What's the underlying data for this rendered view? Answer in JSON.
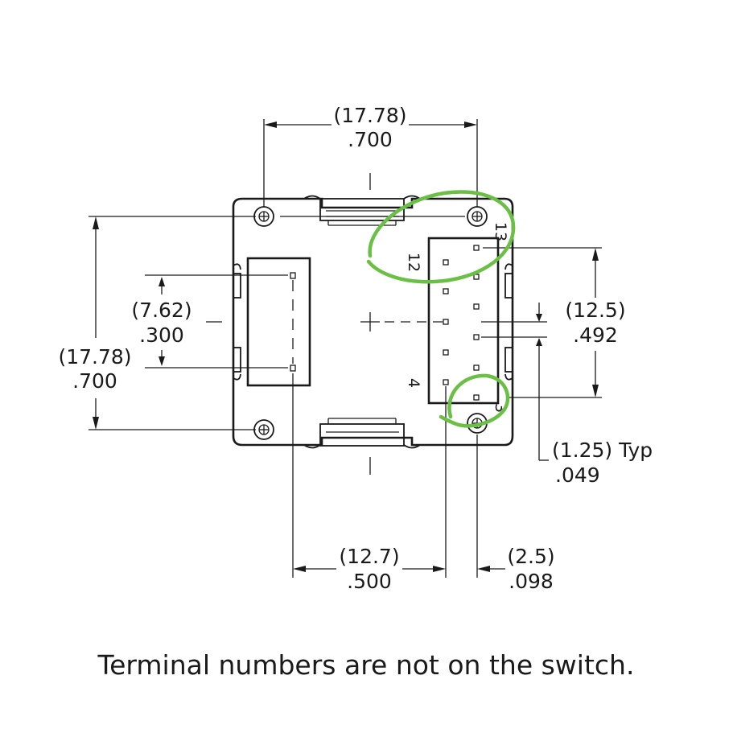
{
  "dimensions": {
    "top_width_mm": "(17.78)",
    "top_width_in": ".700",
    "left_height_mm": "(17.78)",
    "left_height_in": ".700",
    "inner_pitch_mm": "(7.62)",
    "inner_pitch_in": ".300",
    "right_span_mm": "(12.5)",
    "right_span_in": ".492",
    "pin_pitch_mm": "(1.25) Typ",
    "pin_pitch_in": ".049",
    "bottom_span_mm": "(12.7)",
    "bottom_span_in": ".500",
    "pin_offset_mm": "(2.5)",
    "pin_offset_in": ".098"
  },
  "terminals": {
    "t13": "13",
    "t12": "12",
    "t4": "4",
    "t3": "3"
  },
  "caption": "Terminal numbers are not on the switch.",
  "colors": {
    "line": "#1a1a1a",
    "highlight": "#6abf45",
    "background": "#ffffff"
  }
}
